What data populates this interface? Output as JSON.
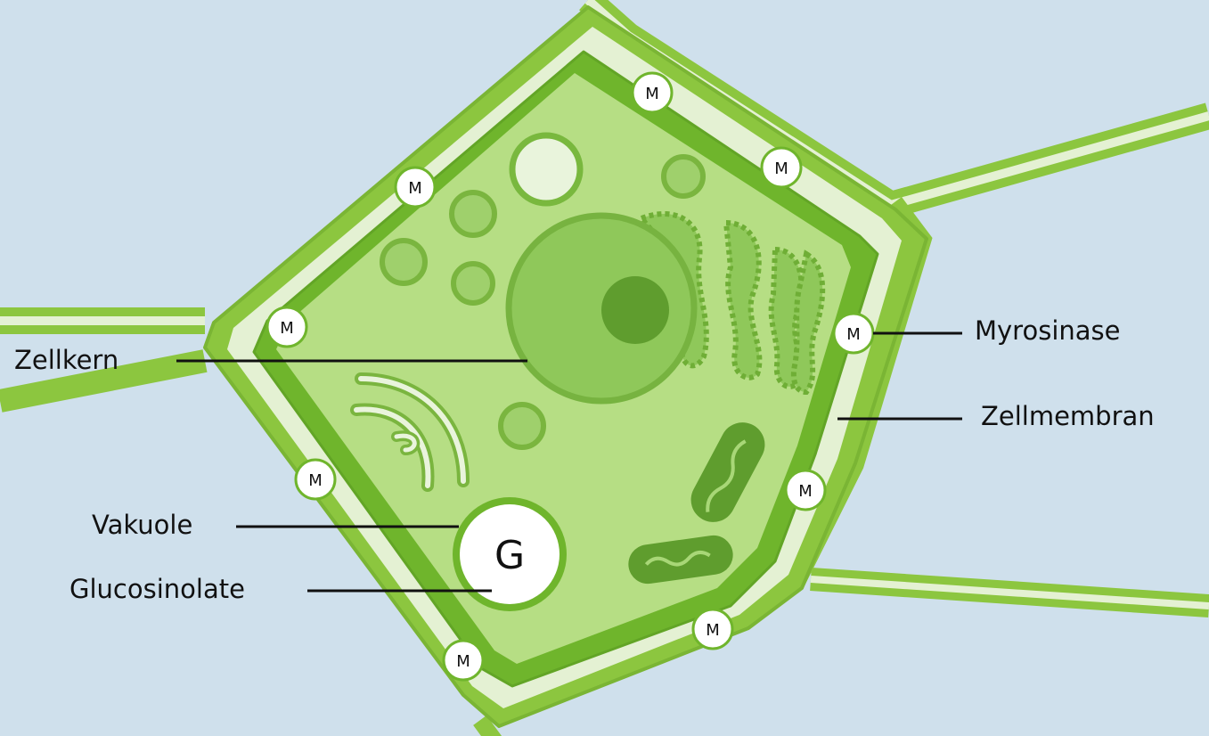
{
  "labels": {
    "zellkern": "Zellkern",
    "myrosinase": "Myrosinase",
    "zellmembran": "Zellmembran",
    "vakuole": "Vakuole",
    "glucosinolate": "Glucosinolate"
  },
  "marker_letter": "M",
  "vacuole_letter": "G",
  "colors": {
    "background": "#cfe0ec",
    "wall_outer": "#8cc63f",
    "wall_gap": "#e4f1d3",
    "membrane": "#6fb52c",
    "cytoplasm": "#b6de84",
    "organelle": "#8fc85a",
    "dark_organelle": "#5f9d2e",
    "marker_fill": "#ffffff"
  }
}
